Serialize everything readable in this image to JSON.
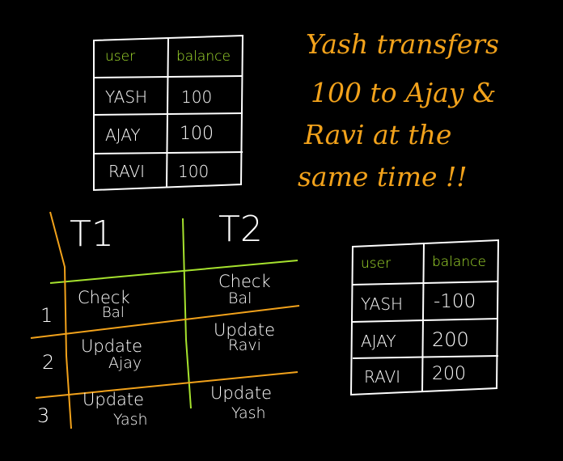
{
  "colors": {
    "background": "#000000",
    "ink": "#ffffff",
    "header": "#a6e22e",
    "note": "#f2a21b",
    "lines_orange": "#f2a21b"
  },
  "table_before": {
    "headers": [
      "user",
      "balance"
    ],
    "rows": [
      [
        "YASH",
        "100"
      ],
      [
        "AJAY",
        "100"
      ],
      [
        "RAVI",
        "100"
      ]
    ]
  },
  "note_lines": [
    "Yash transfers",
    "100 to Ajay &",
    "Ravi at the",
    "same time !!"
  ],
  "transactions": {
    "columns": [
      "T1",
      "T2"
    ],
    "steps": [
      {
        "num": "1",
        "t1": [
          "Check",
          "Bal"
        ],
        "t2": [
          "Check",
          "Bal"
        ]
      },
      {
        "num": "2",
        "t1": [
          "Update",
          "Ajay"
        ],
        "t2": [
          "Update",
          "Ravi"
        ]
      },
      {
        "num": "3",
        "t1": [
          "Update",
          "Yash"
        ],
        "t2": [
          "Update",
          "Yash"
        ]
      }
    ]
  },
  "table_after": {
    "headers": [
      "user",
      "balance"
    ],
    "rows": [
      [
        "YASH",
        "-100"
      ],
      [
        "AJAY",
        "200"
      ],
      [
        "RAVI",
        "200"
      ]
    ]
  }
}
